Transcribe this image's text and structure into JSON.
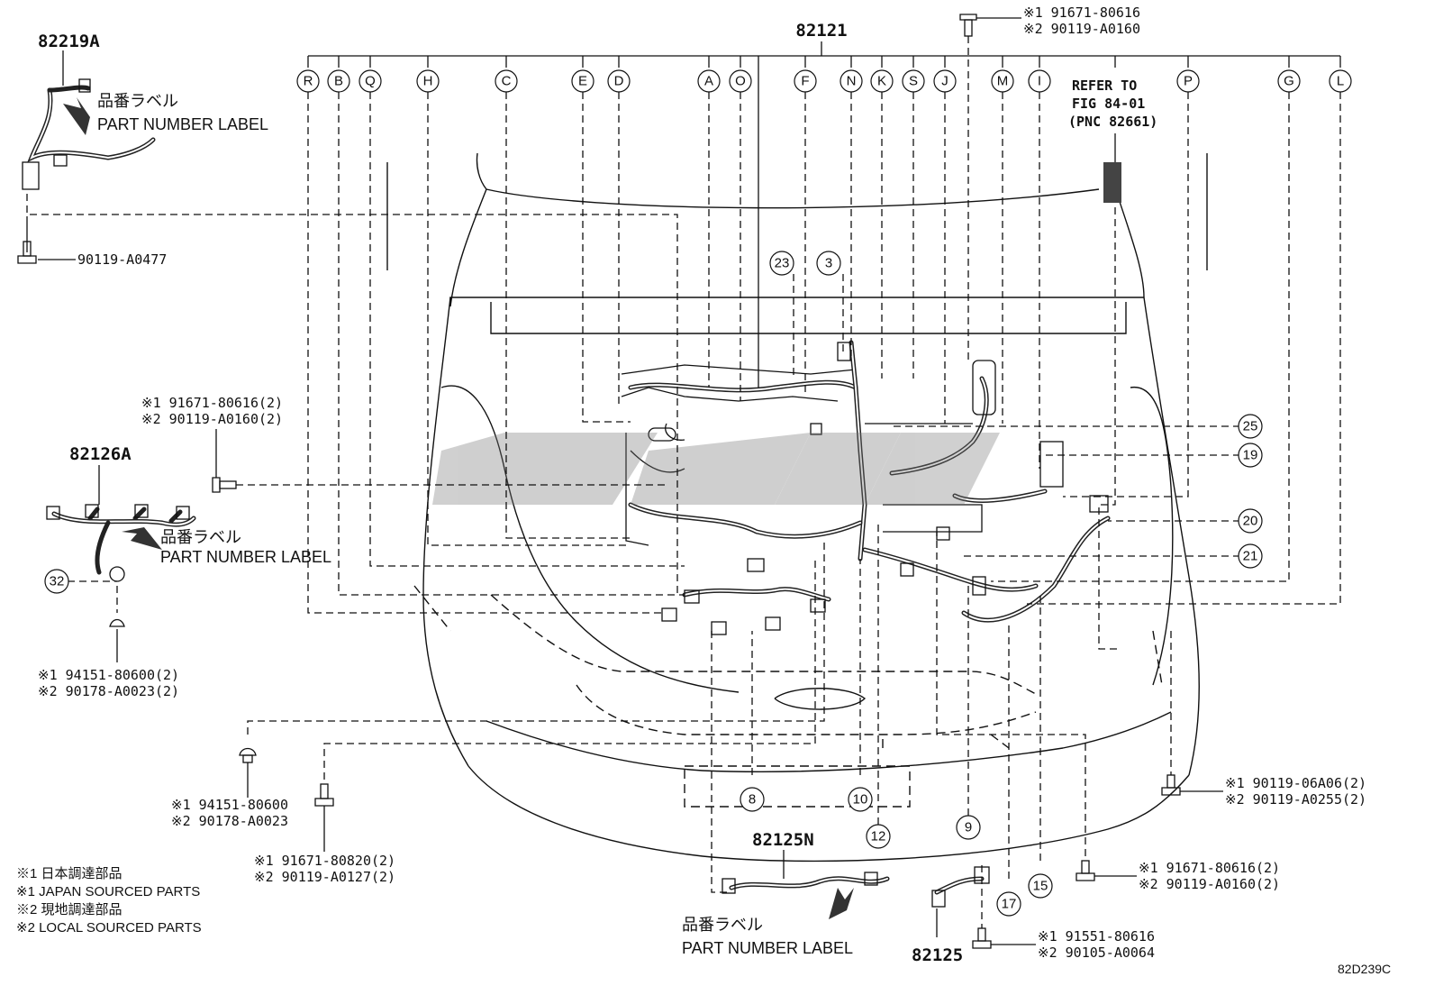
{
  "diagram_code": "82D239C",
  "main_harness": "82121",
  "letter_callouts": [
    "R",
    "B",
    "Q",
    "H",
    "C",
    "E",
    "D",
    "A",
    "O",
    "F",
    "N",
    "K",
    "S",
    "J",
    "M",
    "I",
    "P",
    "G",
    "L"
  ],
  "number_callouts": [
    "23",
    "3",
    "25",
    "19",
    "20",
    "21",
    "32",
    "8",
    "10",
    "12",
    "9",
    "17",
    "15"
  ],
  "parts": {
    "p82219a": "82219A",
    "p82126a": "82126A",
    "p82125n": "82125N",
    "p82125": "82125",
    "bolt_left_top": "90119-A0477"
  },
  "labels": {
    "label_jp": "品番ラベル",
    "label_en": "PART NUMBER LABEL"
  },
  "refer": {
    "line1": "REFER TO",
    "line2": "FIG 84-01",
    "line3": "(PNC 82661)"
  },
  "fasteners": {
    "top_1": "※1 91671-80616",
    "top_2": "※2 90119-A0160",
    "left_1": "※1 91671-80616(2)",
    "left_2": "※2 90119-A0160(2)",
    "clip32_1": "※1 94151-80600(2)",
    "clip32_2": "※2 90178-A0023(2)",
    "clip_bl_1": "※1 94151-80600",
    "clip_bl_2": "※2 90178-A0023",
    "bolt_bl_1": "※1 91671-80820(2)",
    "bolt_bl_2": "※2 90119-A0127(2)",
    "bolt_r1_1": "※1 90119-06A06(2)",
    "bolt_r1_2": "※2 90119-A0255(2)",
    "bolt_r2_1": "※1 91671-80616(2)",
    "bolt_r2_2": "※2 90119-A0160(2)",
    "bolt_bot_1": "※1 91551-80616",
    "bolt_bot_2": "※2 90105-A0064"
  },
  "legend": [
    "※1 日本調達部品",
    "※1 JAPAN SOURCED PARTS",
    "※2 現地調達部品",
    "※2 LOCAL SOURCED PARTS"
  ]
}
